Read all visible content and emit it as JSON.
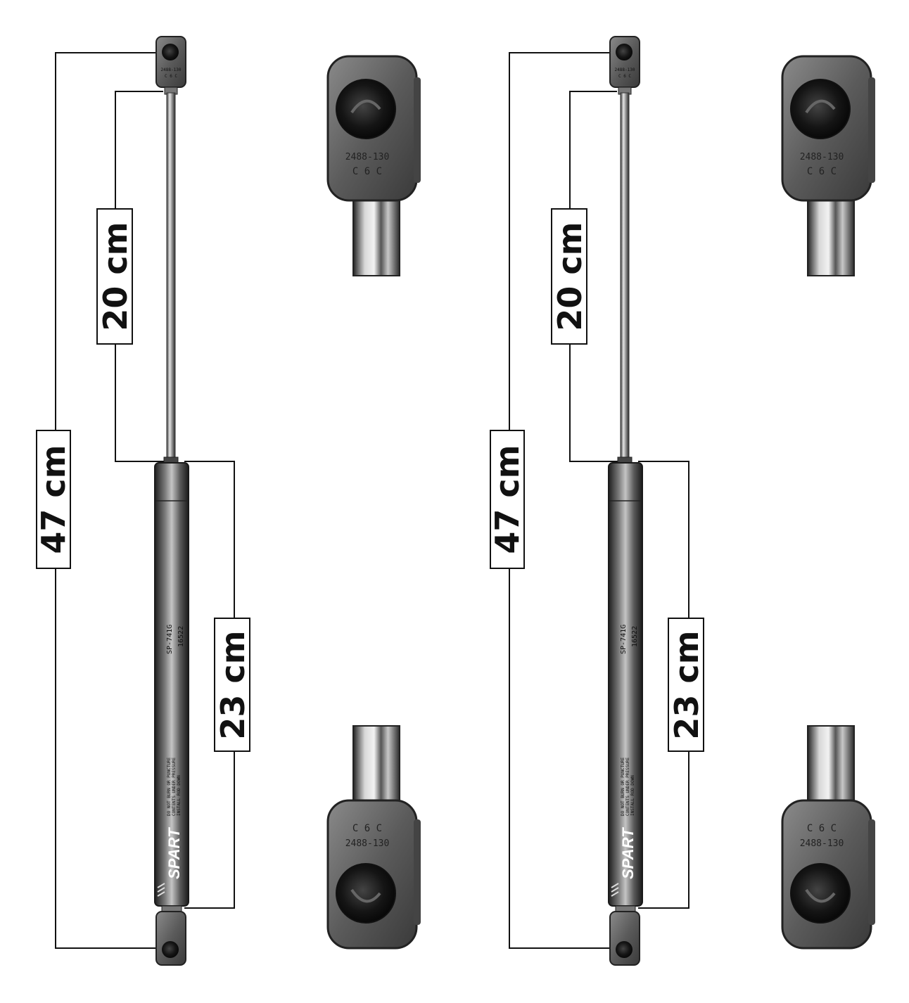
{
  "colors": {
    "background": "#ffffff",
    "line": "#111111",
    "metal_dark": "#2b2b2b",
    "metal_mid": "#6d6d6d",
    "metal_light": "#d9d9d9",
    "plastic": "#555555"
  },
  "struts": [
    {
      "total_length": "47 cm",
      "rod_length": "20 cm",
      "body_length": "23 cm",
      "brand": "SPART",
      "part_code": "SP-741G",
      "serial": "16522",
      "body_print": [
        "DO NOT BURN OR PUNCTURE",
        "CONTENTS UNDER PRESSURE",
        "INSTALL ROD DOWN"
      ],
      "end_fitting_code": "2488-130",
      "end_fitting_mark": "C 6 C"
    },
    {
      "total_length": "47 cm",
      "rod_length": "20 cm",
      "body_length": "23 cm",
      "brand": "SPART",
      "part_code": "SP-741G",
      "serial": "16522",
      "body_print": [
        "DO NOT BURN OR PUNCTURE",
        "CONTENTS UNDER PRESSURE",
        "INSTALL ROD DOWN"
      ],
      "end_fitting_code": "2488-130",
      "end_fitting_mark": "C 6 C"
    }
  ]
}
